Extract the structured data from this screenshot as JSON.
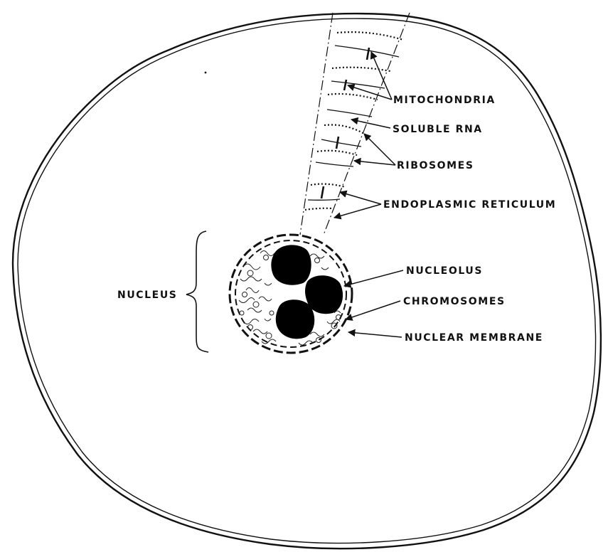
{
  "labels": {
    "mitochondria": "MITOCHONDRIA",
    "soluble_rna": "SOLUBLE RNA",
    "ribosomes": "RIBOSOMES",
    "endoplasmic_reticulum": "ENDOPLASMIC RETICULUM",
    "nucleolus": "NUCLEOLUS",
    "chromosomes": "CHROMOSOMES",
    "nuclear_membrane": "NUCLEAR MEMBRANE",
    "nucleus": "NUCLEUS"
  },
  "colors": {
    "ink": "#111111",
    "background": "#ffffff"
  }
}
